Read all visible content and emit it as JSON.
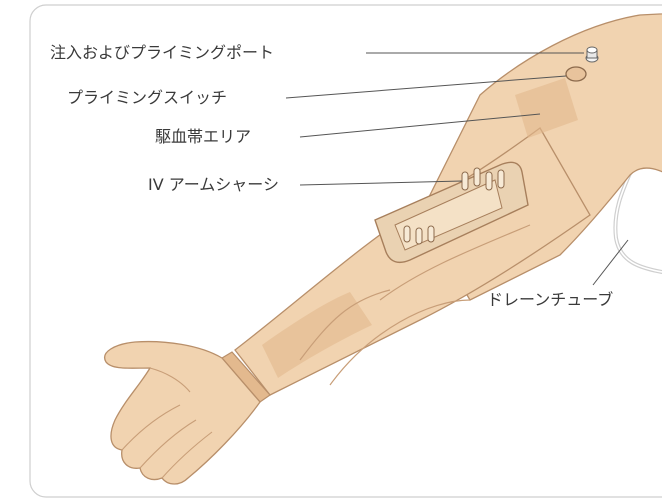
{
  "callouts": {
    "injection_port": "注入およびプライミングポート",
    "priming_switch": "プライミングスイッチ",
    "tourniquet_area": "駆血帯エリア",
    "iv_arm_chassis": "IV アームシャーシ",
    "drain_tube": "ドレーンチューブ"
  },
  "colors": {
    "skin": "#f1d3b0",
    "skin_shadow": "#e3b98e",
    "outline": "#b88f6a",
    "callout_line": "#555555",
    "frame": "#cfcfcf"
  }
}
